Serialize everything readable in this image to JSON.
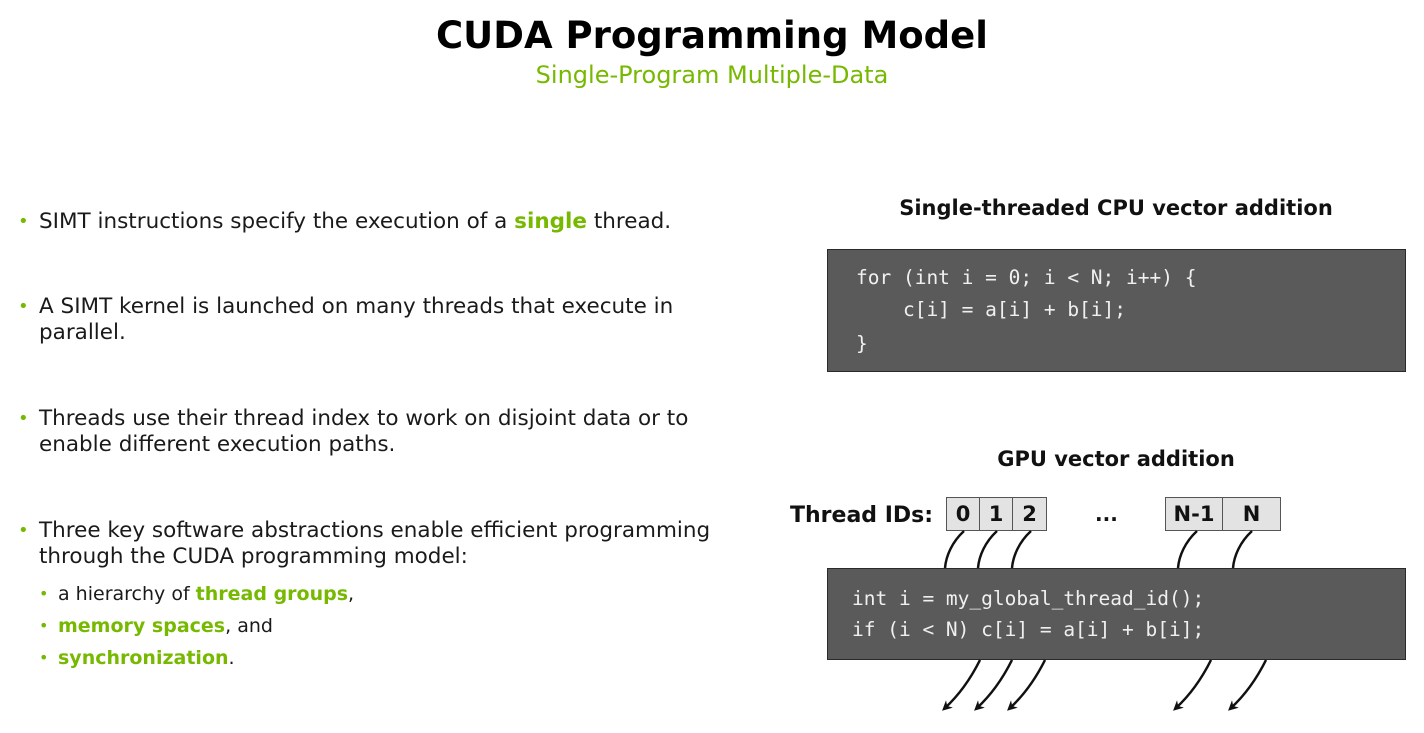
{
  "slide": {
    "title": "CUDA Programming Model",
    "subtitle": "Single-Program Multiple-Data"
  },
  "bullets": [
    {
      "pre": "SIMT instructions specify the execution of a ",
      "highlight": "single",
      "post": " thread."
    },
    {
      "text": "A SIMT kernel is launched on many threads that execute in parallel."
    },
    {
      "text": "Threads use their thread index to work on disjoint data or to enable different execution paths."
    },
    {
      "text": "Three key software abstractions enable efficient programming through the CUDA programming model:",
      "sub": [
        {
          "pre": "a hierarchy of ",
          "highlight": "thread groups",
          "post": ","
        },
        {
          "pre": "",
          "highlight": "memory spaces",
          "post": ", and"
        },
        {
          "pre": "",
          "highlight": "synchronization",
          "post": "."
        }
      ]
    }
  ],
  "cpu": {
    "title": "Single-threaded CPU vector addition",
    "code": [
      "for (int i = 0; i < N; i++) {",
      "    c[i] = a[i] + b[i];",
      "}"
    ]
  },
  "gpu": {
    "title": "GPU vector addition",
    "thread_label": "Thread IDs:",
    "thread_ids": [
      "0",
      "1",
      "2",
      "N-1",
      "N"
    ],
    "ellipsis": "...",
    "code": [
      "int i = my_global_thread_id();",
      "if (i < N) c[i] = a[i] + b[i];"
    ]
  },
  "colors": {
    "accent": "#76b900",
    "code_bg": "#5a5a5a",
    "code_text": "#f0f0f0",
    "thread_box": "#e3e3e3"
  }
}
